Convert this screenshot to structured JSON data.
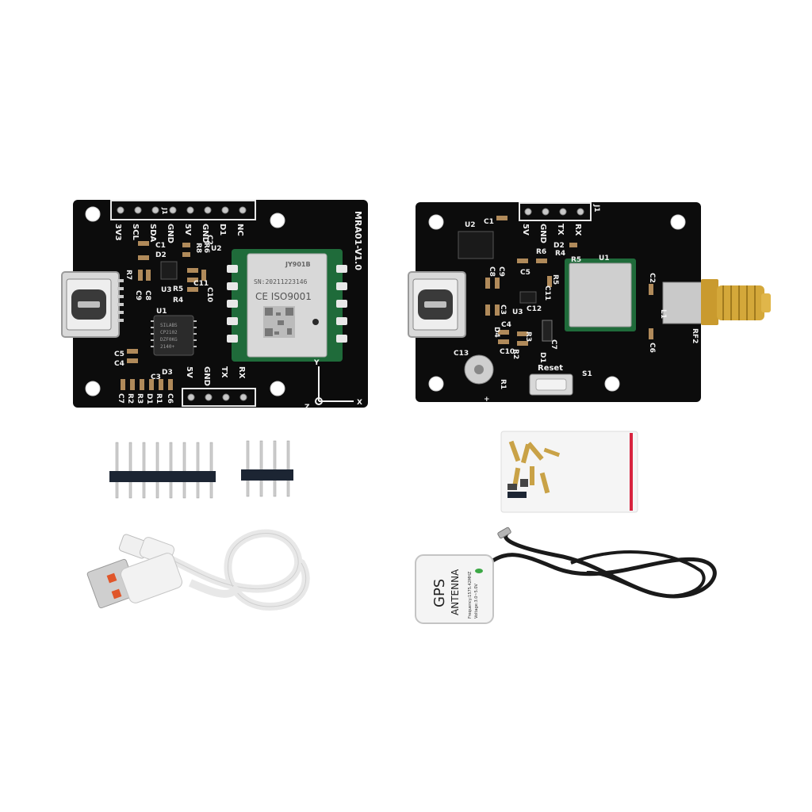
{
  "board_left": {
    "header_top": [
      "3V3",
      "SCL",
      "SDA",
      "GND",
      "5V",
      "GND",
      "D1",
      "NC"
    ],
    "header_bottom": [
      "5V",
      "GND",
      "TX",
      "RX"
    ],
    "version": "MRA01-V1.0",
    "labels": {
      "u1": "U1",
      "u2": "U2",
      "u3": "U3",
      "j1": "J1",
      "r5": "R5",
      "r4": "R4",
      "r7": "R7",
      "r8": "R8",
      "r6": "R6",
      "c1": "C1",
      "c2": "C2",
      "c3": "C3",
      "c4": "C4",
      "c5": "C5",
      "c6": "C6",
      "c7": "C7",
      "c8": "C8",
      "c9": "C9",
      "c10": "C10",
      "c11": "C11",
      "d1": "D1",
      "d2": "D2",
      "d3": "D3",
      "r1": "R1",
      "r2": "R2",
      "r3": "R3",
      "axis_y": "Y",
      "axis_x": "X",
      "axis_z": "Z"
    },
    "module": {
      "brand": "JY901B",
      "serial": "SN:20211223146",
      "cert": "CE ISO9001"
    },
    "chip": {
      "line1": "SILABS",
      "line2": "CP2102",
      "line3": "DZF0KG",
      "line4": "2140+"
    }
  },
  "board_right": {
    "header": [
      "5V",
      "GND",
      "TX",
      "RX"
    ],
    "labels": {
      "j1": "J1",
      "u1": "U1",
      "u2": "U2",
      "u3": "U3",
      "c1": "C1",
      "c2": "C2",
      "c3": "C3",
      "c4": "C4",
      "c5": "C5",
      "c6": "C6",
      "c7": "C7",
      "c8": "C8",
      "c9": "C9",
      "c10": "C10",
      "c11": "C11",
      "c12": "C12",
      "c13": "C13",
      "r1": "R1",
      "r2": "R2",
      "r3": "R3",
      "r4": "R4",
      "r5": "R5",
      "r6": "R6",
      "d1": "D1",
      "d2": "D2",
      "d4": "D4",
      "l1": "L1",
      "s1": "S1",
      "rf2": "RF2",
      "plus": "+"
    },
    "reset_button": "Reset"
  },
  "antenna": {
    "title": "GPS",
    "subtitle": "ANTENNA",
    "frequency": "Frequency:1575.42MHZ",
    "voltage": "Voltage:3.0~5.0V"
  }
}
